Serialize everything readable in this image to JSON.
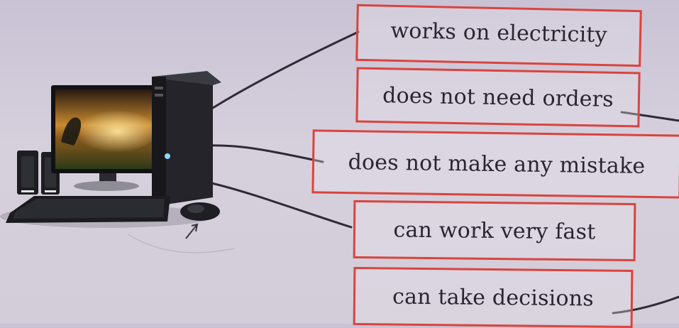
{
  "options": [
    {
      "id": "opt1",
      "text": "works on electricity"
    },
    {
      "id": "opt2",
      "text": "does not need orders"
    },
    {
      "id": "opt3",
      "text": "does not make any mistake"
    },
    {
      "id": "opt4",
      "text": "can work very fast"
    },
    {
      "id": "opt5",
      "text": "can take decisions"
    }
  ],
  "colors": {
    "box_border": "#d9443f",
    "ink": "#2a2530",
    "background": "#cfc8d8"
  },
  "illustration": {
    "icon": "desktop-computer-icon"
  }
}
